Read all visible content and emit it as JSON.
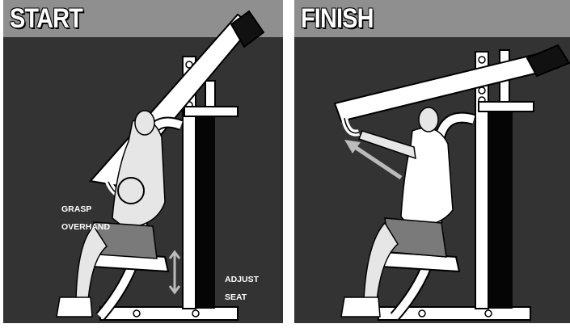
{
  "panels": [
    {
      "title": "START",
      "annotations": [
        {
          "line1": "GRASP",
          "line2": "OVERHAND"
        },
        {
          "line1": "ADJUST",
          "line2": "SEAT"
        }
      ]
    },
    {
      "title": "FINISH",
      "annotations": []
    }
  ],
  "colors": {
    "header": "#8f8f8f",
    "background": "#333333",
    "machine": "#ffffff",
    "outline": "#000000",
    "shorts": "#7a7a7a",
    "skin": "#e6e6e6",
    "arrow": "#bbbbbb"
  }
}
